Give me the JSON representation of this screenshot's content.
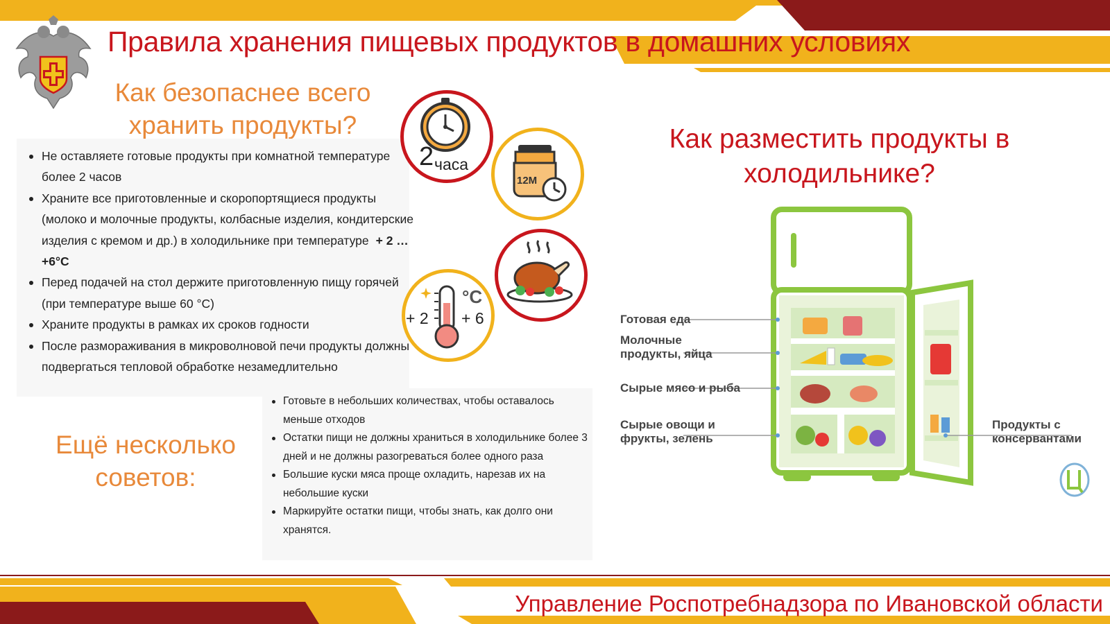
{
  "title": "Правила хранения пищевых продуктов в домашних условиях",
  "safe_storage": {
    "heading": "Как безопаснее всего хранить продукты?",
    "items": [
      "Не оставляете готовые продукты при комнатной температуре более 2 часов",
      "Храните все приготовленные и скоропортящиеся продукты (молоко и молочные продукты, колбасные изделия, кондитерские изделия с кремом и др.) в холодильнике при температуре",
      "Перед подачей на стол держите приготовленную пищу горячей (при температуре выше 60 °С)",
      "Храните продукты в рамках их сроков годности",
      "После размораживания в микроволновой печи продукты должны подвергаться тепловой обработке незамедлительно"
    ],
    "temp_range": "+ 2 … +6°С"
  },
  "icons": {
    "clock": {
      "name": "clock-icon",
      "hours_number": "2",
      "hours_word": "часа"
    },
    "jar": {
      "name": "jar-timer-icon",
      "label": "12M"
    },
    "food": {
      "name": "hot-roast-chicken-icon"
    },
    "thermometer": {
      "name": "thermometer-icon",
      "low": "+ 2",
      "high": "+ 6",
      "unit": "°C"
    }
  },
  "more_tips": {
    "heading": "Ещё несколько советов:",
    "items": [
      "Готовьте в небольших количествах, чтобы оставалось меньше отходов",
      "Остатки пищи не должны храниться в холодильнике более 3 дней и не должны разогреваться более одного раза",
      "Большие куски мяса проще охладить, нарезав их на небольшие куски",
      "Маркируйте остатки пищи, чтобы знать, как долго они хранятся."
    ]
  },
  "fridge": {
    "heading": "Как разместить продукты в холодильнике?",
    "labels": {
      "ready_food": "Готовая еда",
      "dairy": "Молочные продукты, яйца",
      "meat_fish": "Сырые мясо и рыба",
      "vegetables": "Сырые овощи и фрукты, зелень",
      "preserved": "Продукты с консервантами"
    }
  },
  "footer": "Управление Роспотребнадзора по Ивановской области",
  "colors": {
    "red": "#c8161d",
    "dark_red": "#8b1a1a",
    "yellow": "#f1b21c",
    "orange": "#e8893a",
    "green": "#8cc63f"
  }
}
